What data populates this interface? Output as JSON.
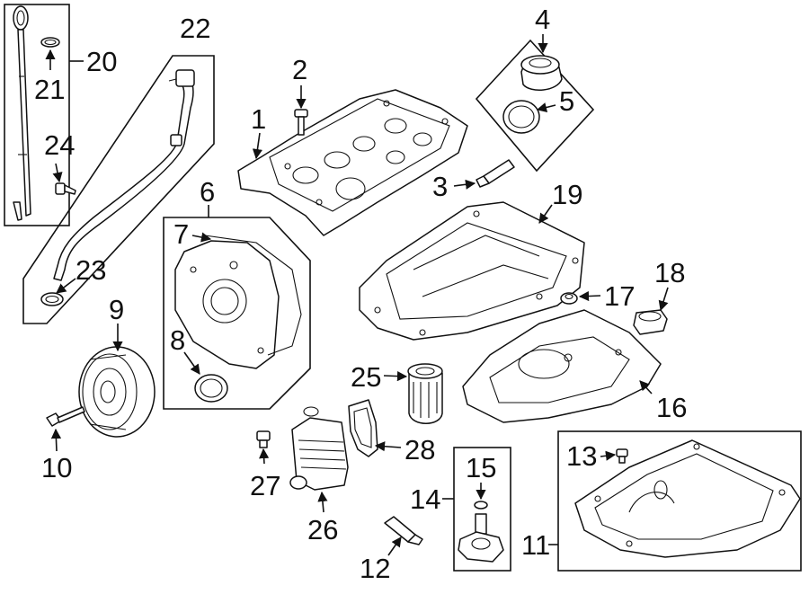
{
  "callouts": {
    "c1": "1",
    "c2": "2",
    "c3": "3",
    "c4": "4",
    "c5": "5",
    "c6": "6",
    "c7": "7",
    "c8": "8",
    "c9": "9",
    "c10": "10",
    "c11": "11",
    "c12": "12",
    "c13": "13",
    "c14": "14",
    "c15": "15",
    "c16": "16",
    "c17": "17",
    "c18": "18",
    "c19": "19",
    "c20": "20",
    "c21": "21",
    "c22": "22",
    "c23": "23",
    "c24": "24",
    "c25": "25",
    "c26": "26",
    "c27": "27",
    "c28": "28"
  },
  "colors": {
    "line": "#111111",
    "background": "#ffffff"
  }
}
